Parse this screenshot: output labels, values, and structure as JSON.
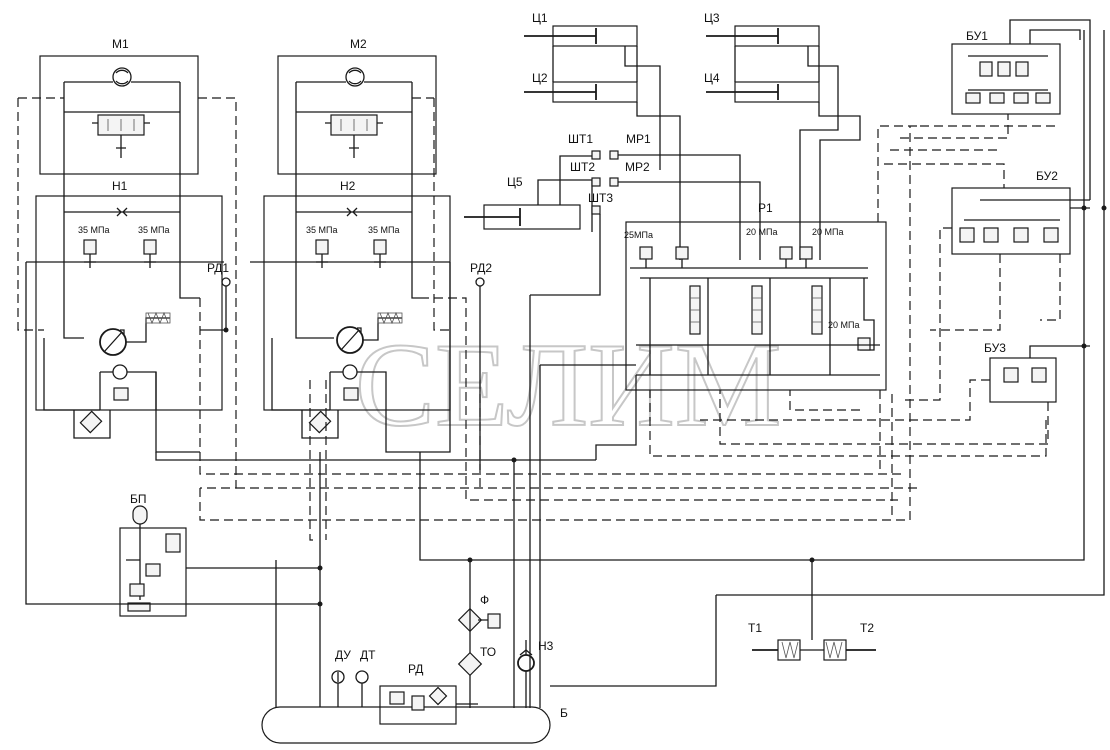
{
  "labels": {
    "motor1": "М1",
    "motor2": "М2",
    "pump1": "Н1",
    "pump2": "Н2",
    "pump3": "Н3",
    "cyl1": "Ц1",
    "cyl2": "Ц2",
    "cyl3": "Ц3",
    "cyl4": "Ц4",
    "cyl5": "Ц5",
    "sht1": "ШТ1",
    "sht2": "ШТ2",
    "sht3": "ШТ3",
    "mr1": "МР1",
    "mr2": "МР2",
    "rd1": "РД1",
    "rd2": "РД2",
    "rd": "РД",
    "r1": "Р1",
    "bu1": "БУ1",
    "bu2": "БУ2",
    "bu3": "БУ3",
    "bp": "БП",
    "t1": "Т1",
    "t2": "Т2",
    "du": "ДУ",
    "dt": "ДТ",
    "f": "Ф",
    "to": "ТО",
    "tank": "Б"
  },
  "pressures": {
    "h1_left": "35 МПа",
    "h1_right": "35 МПа",
    "h2_left": "35 МПа",
    "h2_right": "35 МПа",
    "r1_1": "25МПа",
    "r1_2": "20 МПа",
    "r1_3": "20 МПа",
    "r1_4": "20 МПа"
  },
  "watermark": "СЕЛИМ"
}
